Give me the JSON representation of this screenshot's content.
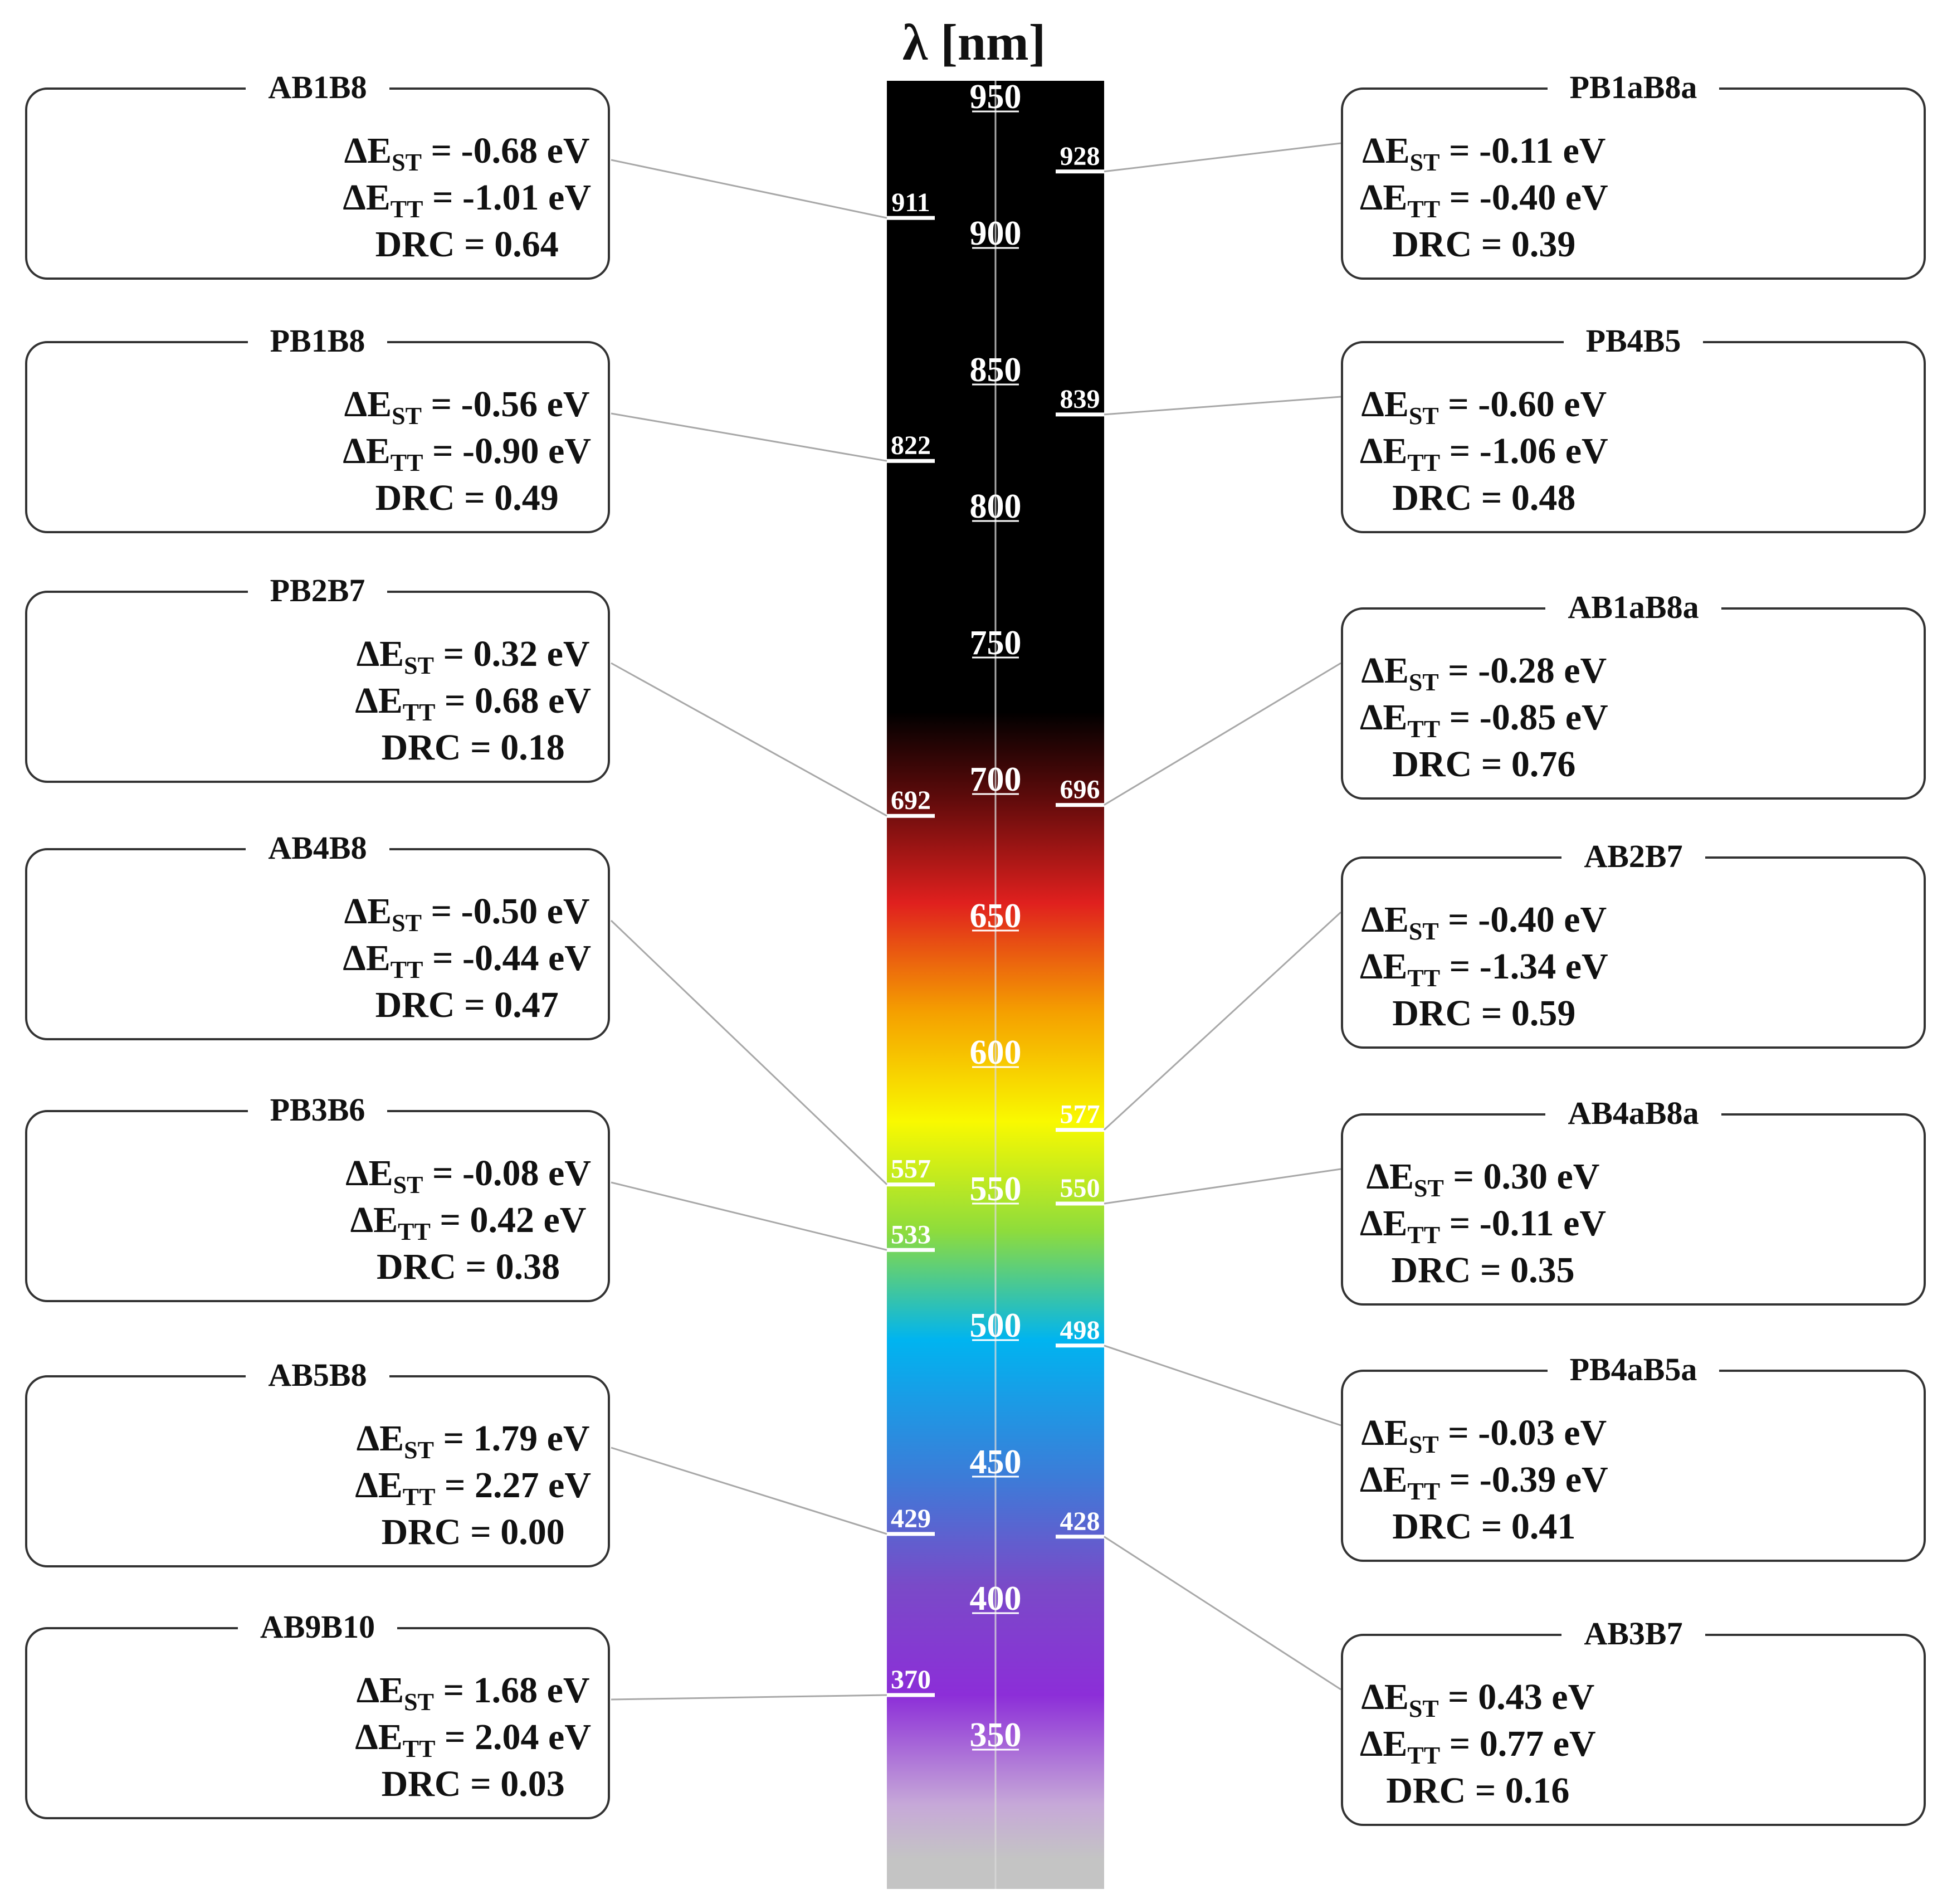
{
  "axis_title": "λ [nm]",
  "scale": {
    "min": 300,
    "max": 960,
    "ticks": [
      "950",
      "900",
      "850",
      "800",
      "750",
      "700",
      "650",
      "600",
      "550",
      "500",
      "450",
      "400",
      "350"
    ],
    "gradient": [
      {
        "nm": 960,
        "color": "#000000"
      },
      {
        "nm": 730,
        "color": "#000000"
      },
      {
        "nm": 700,
        "color": "#5a0a0a"
      },
      {
        "nm": 660,
        "color": "#e0201e"
      },
      {
        "nm": 620,
        "color": "#f5a000"
      },
      {
        "nm": 580,
        "color": "#f9f900"
      },
      {
        "nm": 540,
        "color": "#8edc3c"
      },
      {
        "nm": 500,
        "color": "#00b4f0"
      },
      {
        "nm": 450,
        "color": "#3c7cd8"
      },
      {
        "nm": 410,
        "color": "#7a4ac8"
      },
      {
        "nm": 370,
        "color": "#8c2ed8"
      },
      {
        "nm": 330,
        "color": "#c6a8d8"
      },
      {
        "nm": 310,
        "color": "#c4c4c4"
      },
      {
        "nm": 300,
        "color": "#c4c4c4"
      }
    ]
  },
  "units": {
    "energy": "eV"
  },
  "left": [
    {
      "name": "AB1B8",
      "dst": "-0.68",
      "dtt": "-1.01",
      "drc": "0.64",
      "wl": 911,
      "wl_label": "911"
    },
    {
      "name": "PB1B8",
      "dst": "-0.56",
      "dtt": "-0.90",
      "drc": "0.49",
      "wl": 822,
      "wl_label": "822"
    },
    {
      "name": "PB2B7",
      "dst": "0.32",
      "dtt": "0.68",
      "drc": "0.18",
      "wl": 692,
      "wl_label": "692"
    },
    {
      "name": "AB4B8",
      "dst": "-0.50",
      "dtt": "-0.44",
      "drc": "0.47",
      "wl": 557,
      "wl_label": "557"
    },
    {
      "name": "PB3B6",
      "dst": "-0.08",
      "dtt": "0.42",
      "drc": "0.38",
      "wl": 533,
      "wl_label": "533"
    },
    {
      "name": "AB5B8",
      "dst": "1.79",
      "dtt": "2.27",
      "drc": "0.00",
      "wl": 429,
      "wl_label": "429"
    },
    {
      "name": "AB9B10",
      "dst": "1.68",
      "dtt": "2.04",
      "drc": "0.03",
      "wl": 370,
      "wl_label": "370"
    }
  ],
  "right": [
    {
      "name": "PB1aB8a",
      "dst": "-0.11",
      "dtt": "-0.40",
      "drc": "0.39",
      "wl": 928,
      "wl_label": "928"
    },
    {
      "name": "PB4B5",
      "dst": "-0.60",
      "dtt": "-1.06",
      "drc": "0.48",
      "wl": 839,
      "wl_label": "839"
    },
    {
      "name": "AB1aB8a",
      "dst": "-0.28",
      "dtt": "-0.85",
      "drc": "0.76",
      "wl": 696,
      "wl_label": "696"
    },
    {
      "name": "AB2B7",
      "dst": "-0.40",
      "dtt": "-1.34",
      "drc": "0.59",
      "wl": 577,
      "wl_label": "577"
    },
    {
      "name": "AB4aB8a",
      "dst": "0.30",
      "dtt": "-0.11",
      "drc": "0.35",
      "wl": 550,
      "wl_label": "550"
    },
    {
      "name": "PB4aB5a",
      "dst": "-0.03",
      "dtt": "-0.39",
      "drc": "0.41",
      "wl": 498,
      "wl_label": "498"
    },
    {
      "name": "AB3B7",
      "dst": "0.43",
      "dtt": "0.77",
      "drc": "0.16",
      "wl": 428,
      "wl_label": "428"
    }
  ],
  "colors": {
    "boron": "#e8a8a8",
    "carbon": "#8c8c8c",
    "hydrogen": "#e4e4e4",
    "bond": "#7a7a7a",
    "leader": "#a8a8a8"
  }
}
